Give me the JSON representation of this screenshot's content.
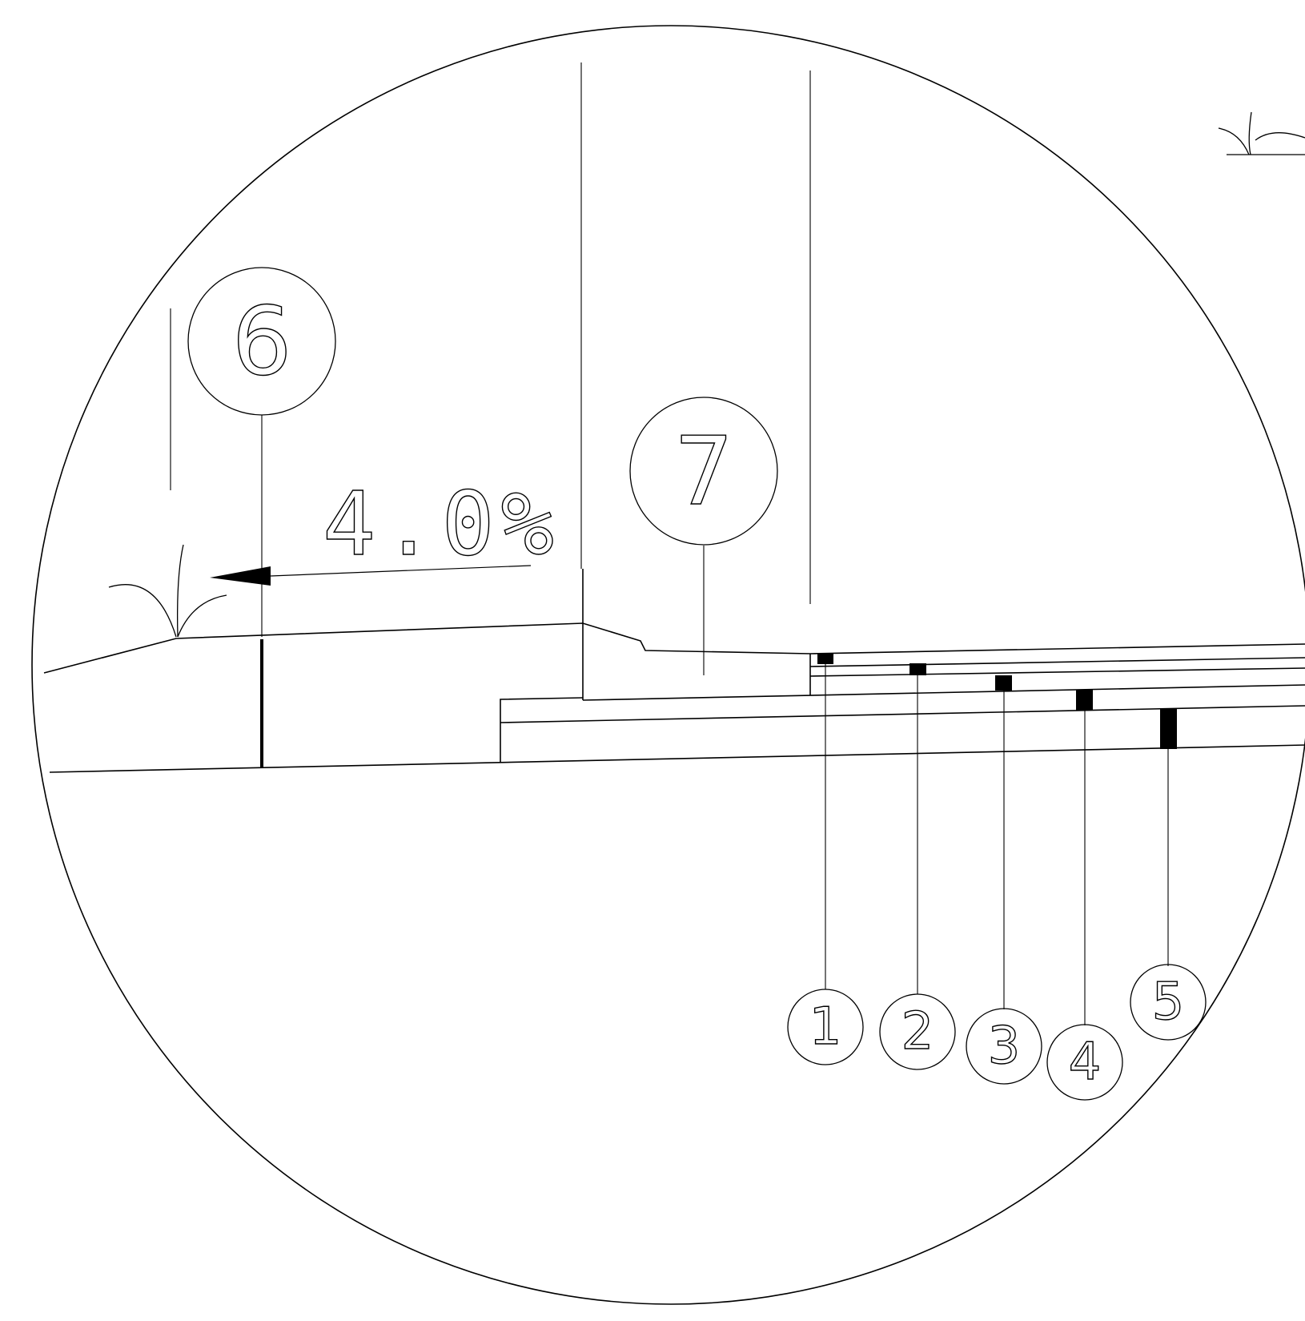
{
  "diagram": {
    "slope_label": "4.0%",
    "callouts": [
      {
        "id": "callout-1",
        "label": "1"
      },
      {
        "id": "callout-2",
        "label": "2"
      },
      {
        "id": "callout-3",
        "label": "3"
      },
      {
        "id": "callout-4",
        "label": "4"
      },
      {
        "id": "callout-5",
        "label": "5"
      },
      {
        "id": "callout-6",
        "label": "6"
      },
      {
        "id": "callout-7",
        "label": "7"
      }
    ],
    "colors": {
      "line": "#000000",
      "background": "#ffffff"
    }
  }
}
